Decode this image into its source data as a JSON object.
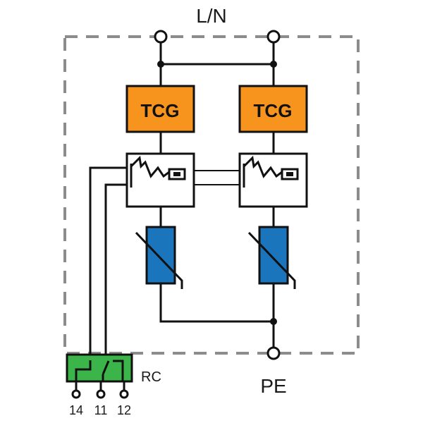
{
  "diagram": {
    "top_terminal_label": "L/N",
    "bottom_terminal_label": "PE",
    "remote_contact_label": "RC",
    "modules": [
      {
        "label": "TCG"
      },
      {
        "label": "TCG"
      }
    ],
    "remote_contact_pins": [
      "14",
      "11",
      "12"
    ],
    "colors": {
      "tcg_fill": "#F7941D",
      "varistor_fill": "#1B75BC",
      "relay_fill": "#3BB54A",
      "line": "#111111",
      "enclosure_dash": "#8c8c8c"
    }
  }
}
